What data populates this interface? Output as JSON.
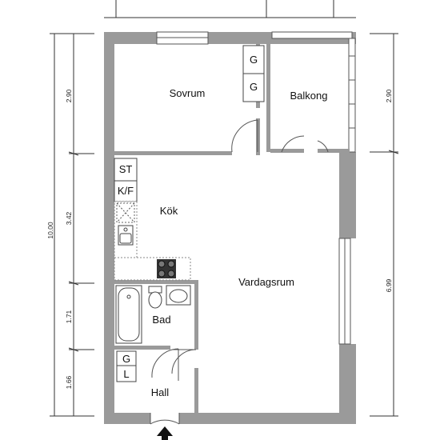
{
  "rooms": {
    "sovrum": "Sovrum",
    "balkong": "Balkong",
    "kok": "Kök",
    "vardagsrum": "Vardagsrum",
    "bad": "Bad",
    "hall": "Hall"
  },
  "fixtures": {
    "closet_g1": "G",
    "closet_g2": "G",
    "st": "ST",
    "kf": "K/F",
    "hall_g": "G",
    "hall_l": "L"
  },
  "dimensions": {
    "total": "10.00",
    "left": [
      "2.90",
      "3.42",
      "1.71",
      "1.66"
    ],
    "right": [
      "2.90",
      "6.99"
    ]
  },
  "colors": {
    "wall": "#9a9a9a",
    "entrance_arrow": "#111111"
  }
}
